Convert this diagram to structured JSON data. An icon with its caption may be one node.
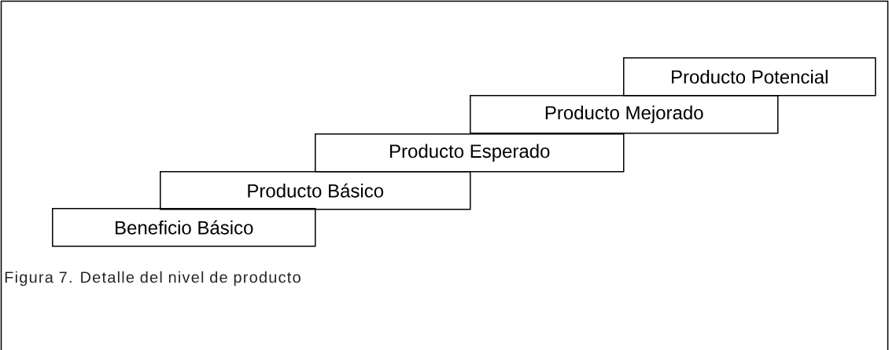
{
  "diagram": {
    "caption": "Figura 7. Detalle del nivel de producto",
    "nodes": [
      {
        "text": [
          "Beneficio Básico"
        ]
      },
      {
        "text": [
          "Producto Básico"
        ]
      },
      {
        "text": [
          "Producto Esperado"
        ]
      },
      {
        "text": [
          "Producto Mejorado"
        ]
      },
      {
        "text": [
          "Producto Potencial"
        ]
      }
    ]
  }
}
